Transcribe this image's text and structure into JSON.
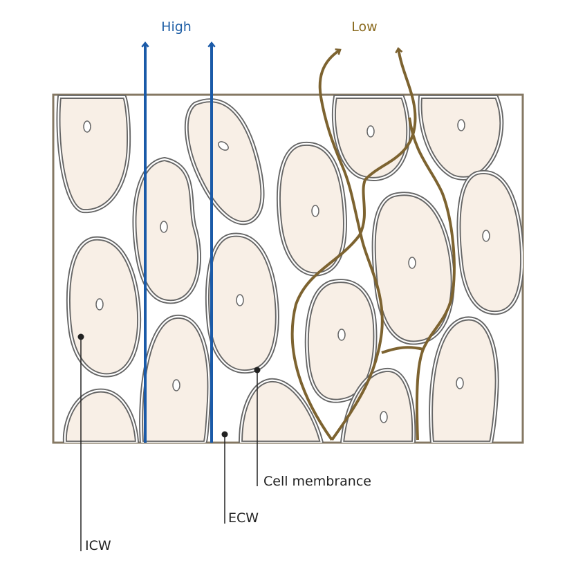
{
  "labels": {
    "high": "High",
    "low": "Low",
    "cell_membrane": "Cell membrance",
    "ecw": "ECW",
    "icw": "ICW"
  },
  "colors": {
    "high_current": "#1a5aa8",
    "low_current": "#7d6330",
    "cell_fill": "#f8efe6",
    "membrane_stroke": "#666666",
    "frame": "#857863"
  }
}
